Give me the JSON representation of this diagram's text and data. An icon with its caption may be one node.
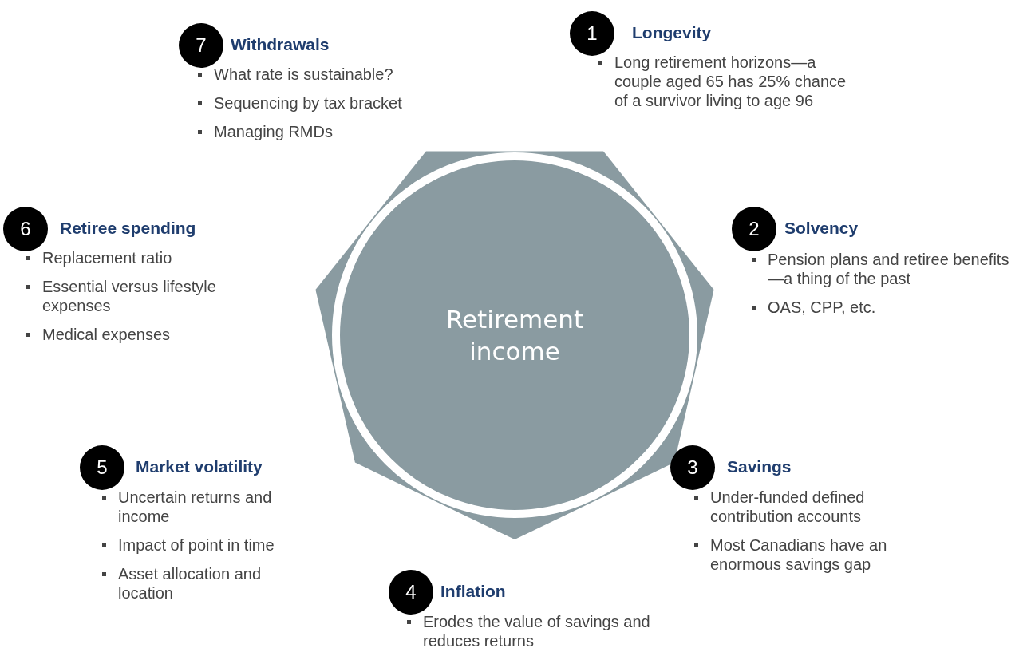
{
  "diagram": {
    "nodes": [
      {
        "text": [
          "Retirement income"
        ]
      },
      {
        "text": [
          "1"
        ],
        "beside": [
          "Longevity",
          "Long retirement horizons—a couple aged 65 has 25% chance of a survivor living to age 96"
        ]
      },
      {
        "text": [
          "2"
        ],
        "beside": [
          "Solvency",
          "Pension plans and retiree benefits—a thing of the past",
          "OAS, CPP, etc."
        ]
      },
      {
        "text": [
          "3"
        ],
        "beside": [
          "Savings",
          "Under-funded defined contribution accounts",
          "Most Canadians have an enormous savings gap"
        ]
      },
      {
        "text": [
          "4"
        ],
        "beside": [
          "Inflation",
          "Erodes the value of savings and reduces returns"
        ]
      },
      {
        "text": [
          "5"
        ],
        "beside": [
          "Market volatility",
          "Uncertain returns and income",
          "Impact of point in time",
          "Asset allocation and location"
        ]
      },
      {
        "text": [
          "6"
        ],
        "beside": [
          "Retiree spending",
          "Replacement ratio",
          "Essential versus lifestyle expenses",
          "Medical expenses"
        ]
      },
      {
        "text": [
          "7"
        ],
        "beside": [
          "Withdrawals",
          "What rate is sustainable?",
          "Sequencing by tax bracket",
          "Managing RMDs"
        ]
      }
    ]
  }
}
